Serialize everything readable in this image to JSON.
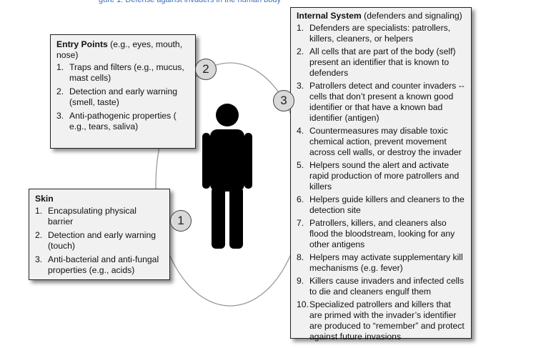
{
  "caption": "gure 1. Defense against invaders in the human body",
  "entry_points": {
    "marker": "2",
    "title": "Entry Points",
    "title_rest": " (e.g., eyes, mouth, nose)",
    "items": [
      {
        "num": "1.",
        "text": "Traps and filters (e.g., mucus, mast cells)"
      },
      {
        "num": "2.",
        "text": "Detection and early warning (smell, taste)"
      },
      {
        "num": "3.",
        "text": "Anti-pathogenic properties ( e.g., tears, saliva)"
      }
    ]
  },
  "skin": {
    "marker": "1",
    "title": "Skin",
    "items": [
      {
        "num": "1.",
        "text": "Encapsulating physical barrier"
      },
      {
        "num": "2.",
        "text": "Detection and early warning (touch)"
      },
      {
        "num": "3.",
        "text": "Anti-bacterial and anti-fungal properties (e.g., acids)"
      }
    ]
  },
  "internal_system": {
    "marker": "3",
    "title": "Internal System",
    "title_rest": " (defenders and signaling)",
    "items": [
      {
        "num": "1.",
        "text": "Defenders are specialists: patrollers, killers, cleaners, or helpers"
      },
      {
        "num": "2.",
        "text": "All cells that are part of the body (self) present an identifier that is known to defenders"
      },
      {
        "num": "3.",
        "text": "Patrollers detect and counter invaders -- cells that don’t present a known good identifier or that have a known bad identifier (antigen)"
      },
      {
        "num": "4.",
        "text": "Countermeasures may disable toxic chemical action, prevent movement across cell walls, or destroy the invader"
      },
      {
        "num": "5.",
        "text": "Helpers sound the alert and activate rapid production of more patrollers and killers"
      },
      {
        "num": "6.",
        "text": "Helpers guide killers and cleaners to the detection site"
      },
      {
        "num": "7.",
        "text": "Patrollers, killers, and cleaners also flood the bloodstream, looking for any other antigens"
      },
      {
        "num": "8.",
        "text": "Helpers may activate supplementary kill mechanisms (e.g. fever)"
      },
      {
        "num": "9.",
        "text": "Killers cause invaders and infected cells to die and cleaners engulf them"
      },
      {
        "num": "10.",
        "text": "Specialized patrollers and killers that are primed with the invader’s identifier are produced to “remember” and protect against future invasions"
      }
    ]
  },
  "colors": {
    "caption": "#3b6fb8",
    "box_fill": "#f1f1f1",
    "figure": "#000000",
    "marker_fill": "#d9d9d9"
  }
}
